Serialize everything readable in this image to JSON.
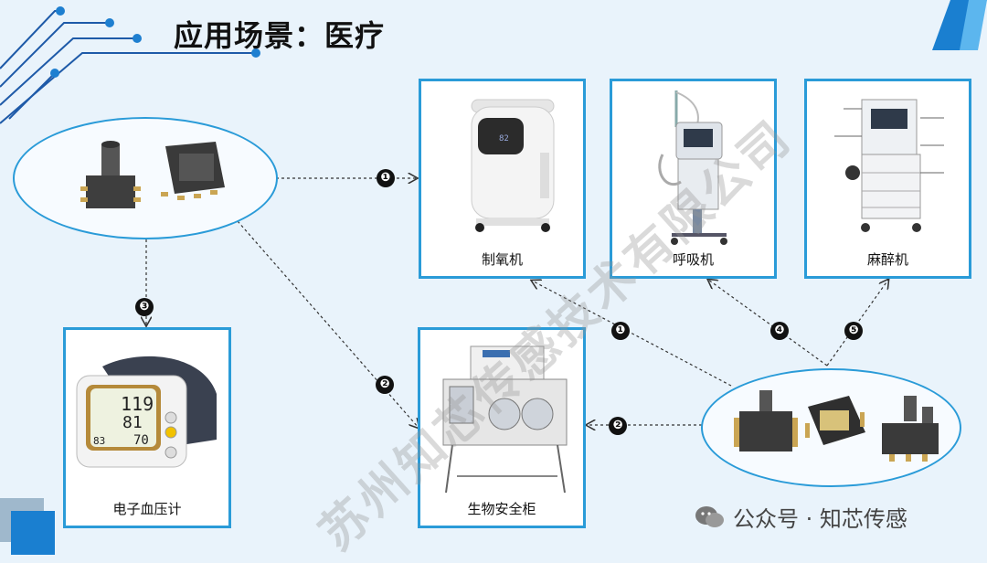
{
  "title": "应用场景：医疗",
  "devices": {
    "oxygen": "制氧机",
    "ventilator": "呼吸机",
    "anesthesia": "麻醉机",
    "bp_monitor": "电子血压计",
    "biosafety": "生物安全柜"
  },
  "markers": [
    "❶",
    "❷",
    "❸",
    "❹",
    "❺"
  ],
  "bp_display": {
    "sys": "119",
    "dia": "81",
    "pulse": "70",
    "left": "83"
  },
  "watermark": "苏州知芯传感技术有限公司",
  "footer": "公众号 · 知芯传感",
  "colors": {
    "accent": "#2a9bd8",
    "background": "#e9f3fb"
  }
}
